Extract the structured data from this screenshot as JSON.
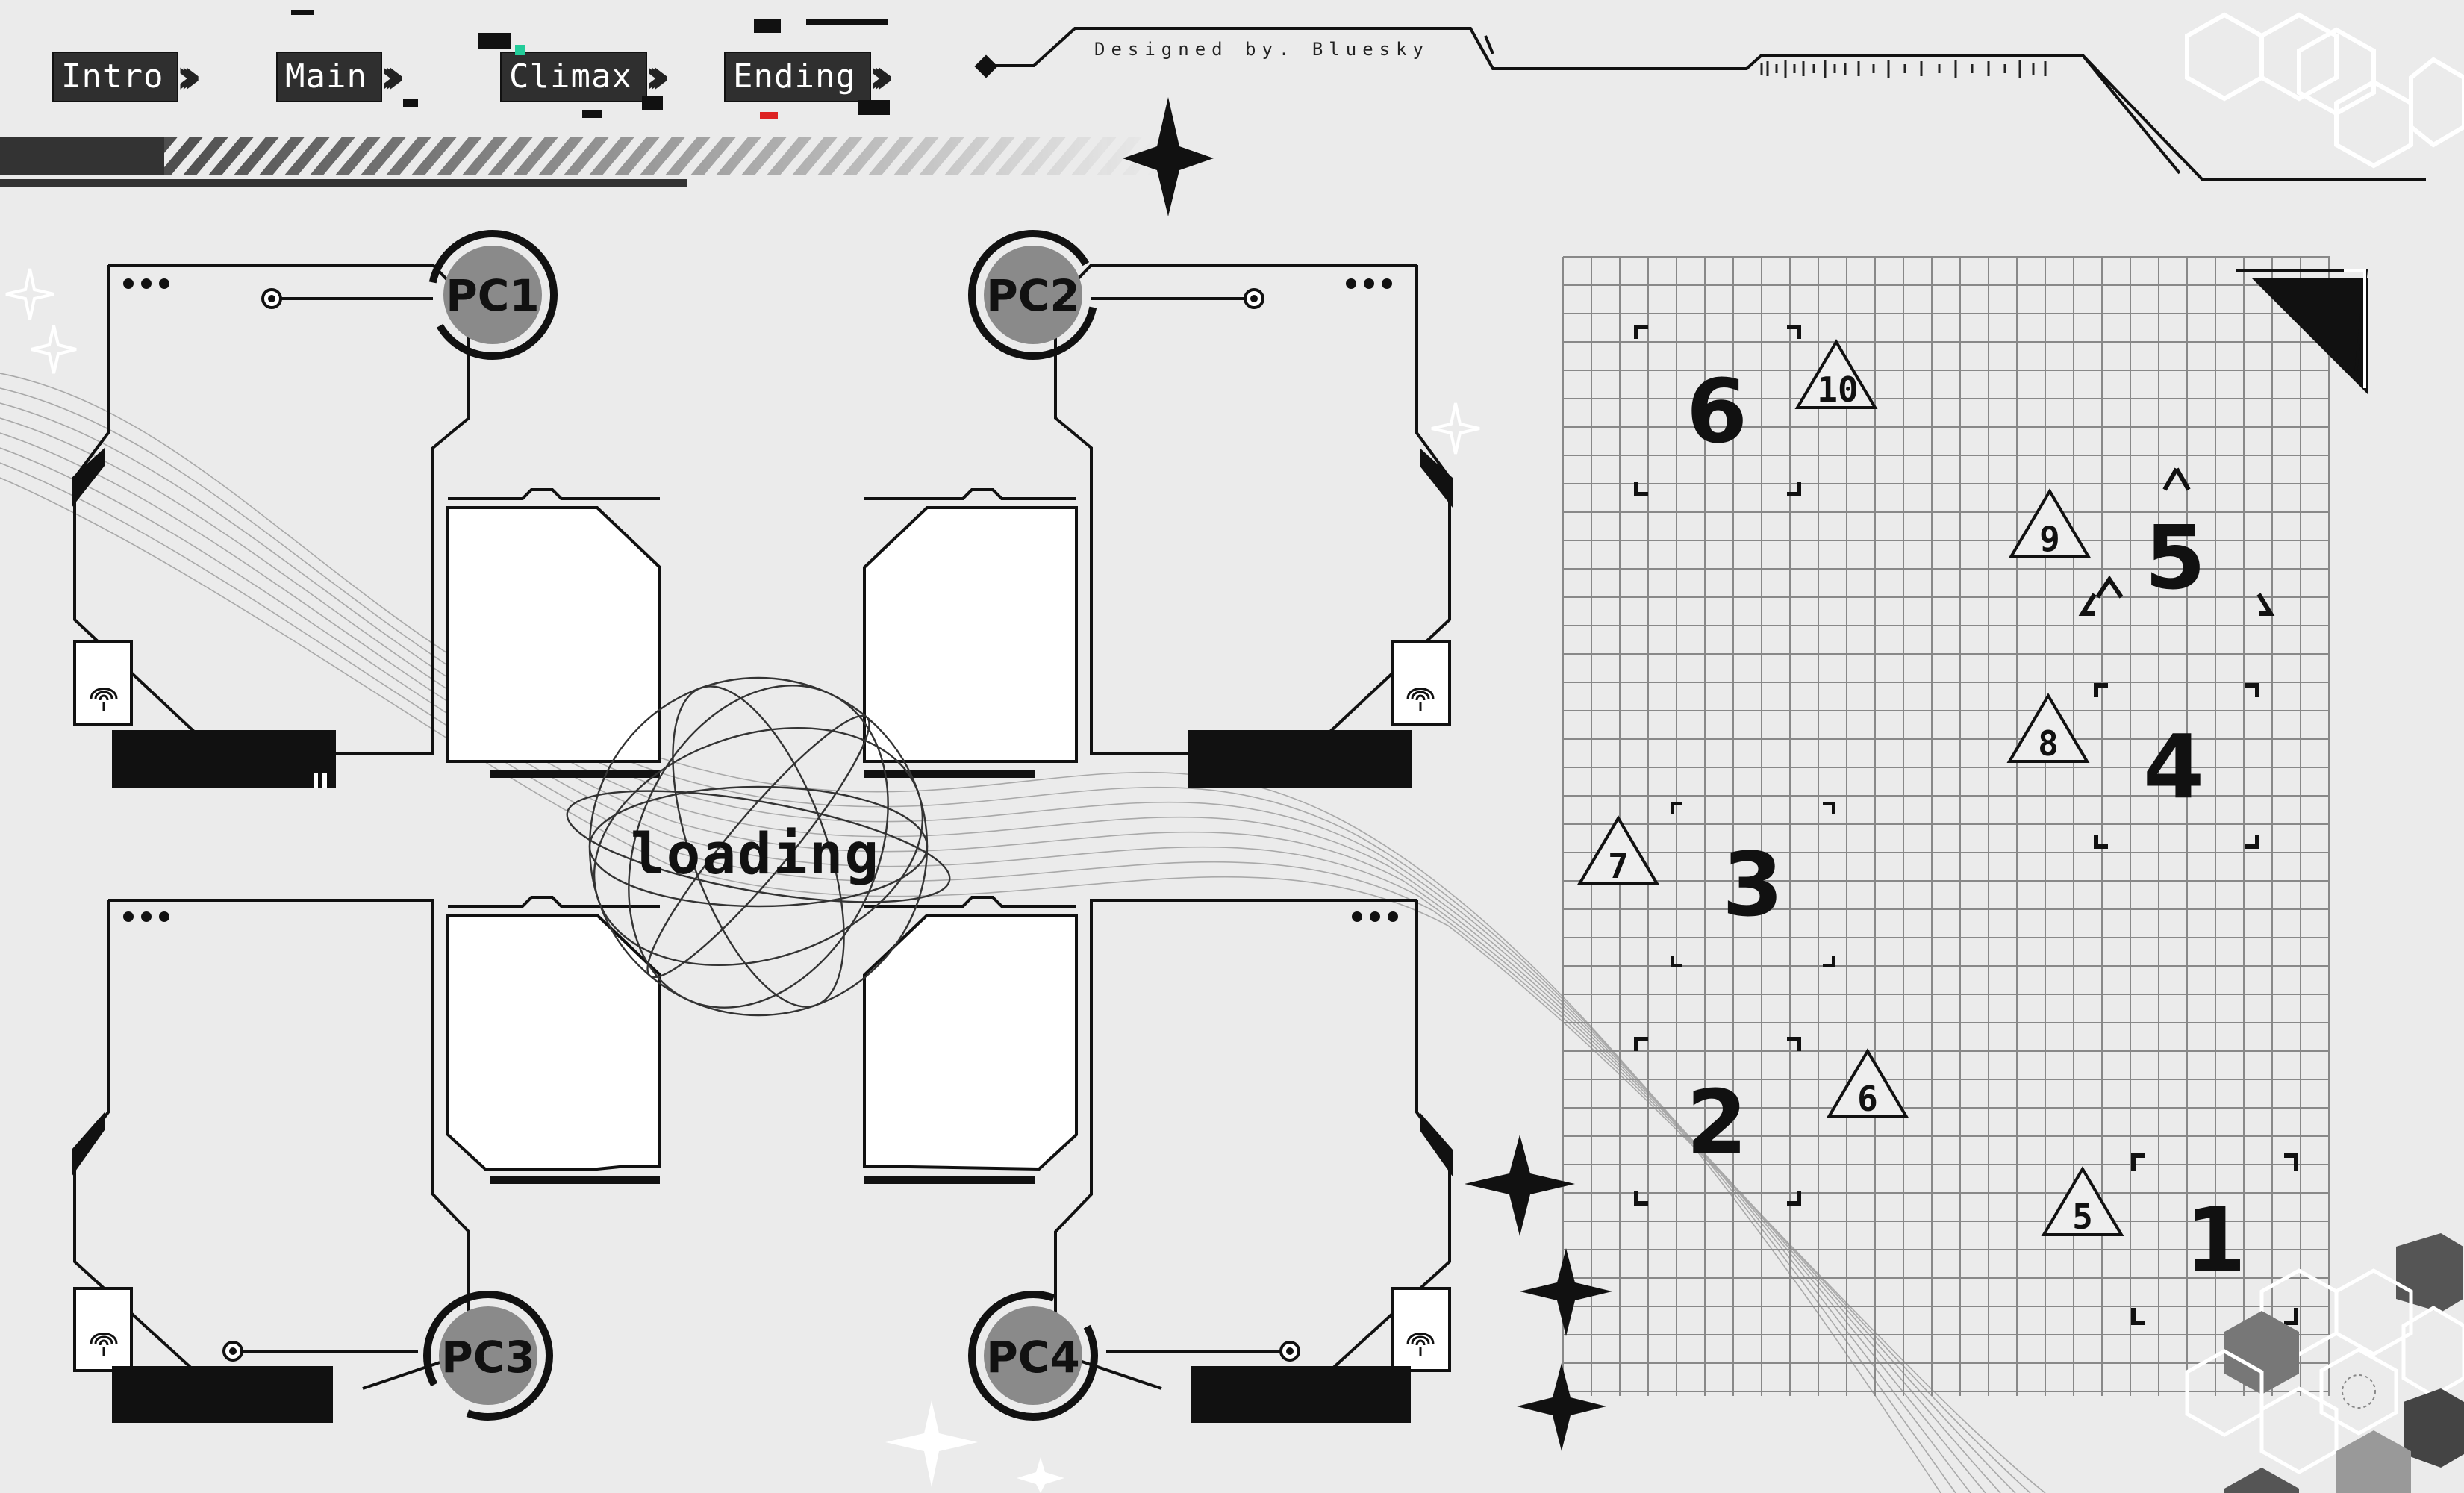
{
  "nav": {
    "tabs": [
      {
        "label": "Intro"
      },
      {
        "label": "Main"
      },
      {
        "label": "Climax"
      },
      {
        "label": "Ending"
      }
    ]
  },
  "header": {
    "credit": "Designed by. Bluesky"
  },
  "players": [
    {
      "label": "PC1"
    },
    {
      "label": "PC2"
    },
    {
      "label": "PC3"
    },
    {
      "label": "PC4"
    }
  ],
  "center": {
    "loading": "loading"
  },
  "board": {
    "numbers": [
      "6",
      "5",
      "4",
      "3",
      "2",
      "1"
    ],
    "triangle_labels": [
      "10",
      "9",
      "8",
      "7",
      "6",
      "5"
    ]
  },
  "icons": [
    "fingerprint-icon",
    "sparkle-icon",
    "globe-icon",
    "hexagon-icon",
    "arrow-icon"
  ],
  "colors": {
    "background": "#ebebeb",
    "ink": "#111111",
    "badge": "#8a8a8a",
    "panel": "#ffffff"
  }
}
